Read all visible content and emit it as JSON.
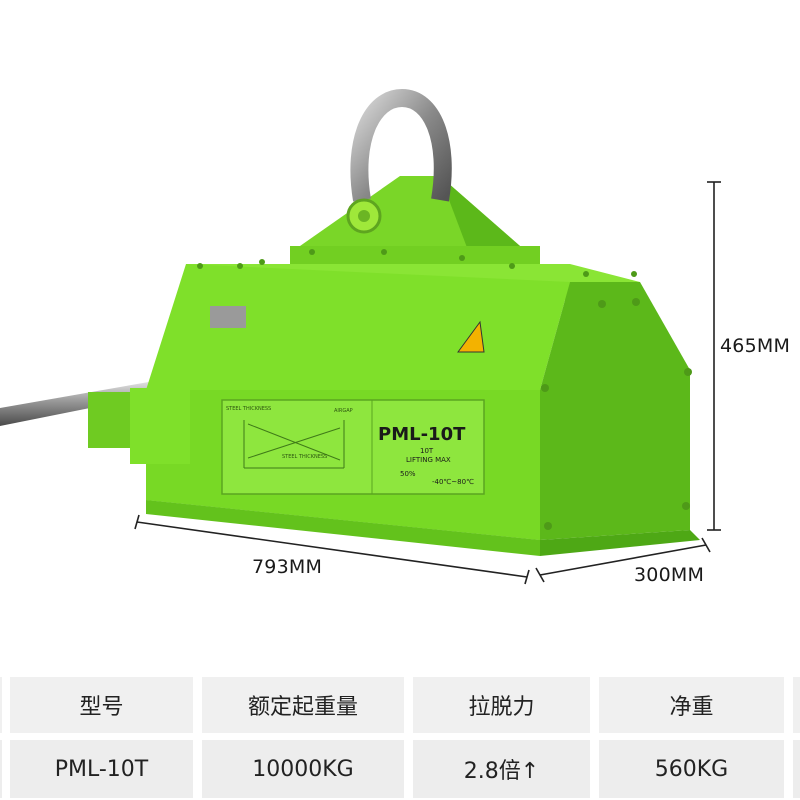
{
  "product": {
    "model_plate": "PML-10T",
    "plate_capacity": "10T",
    "plate_caption": "LIFTING MAX",
    "plate_ratio": "50%",
    "plate_temp": "-40℃~80℃",
    "chart_label_left": "STEEL THICKNESS",
    "chart_label_right": "AIRGAP",
    "chart_label_bottom": "STEEL THICKNESS",
    "body_color": "#7fe02a",
    "body_shade": "#5cb81a"
  },
  "dimensions": {
    "height": "465MM",
    "width": "793MM",
    "depth": "300MM"
  },
  "spec_table": {
    "headers": [
      "型号",
      "额定起重量",
      "拉脱力",
      "净重"
    ],
    "values": [
      "PML-10T",
      "10000KG",
      "2.8倍↑",
      "560KG"
    ]
  }
}
